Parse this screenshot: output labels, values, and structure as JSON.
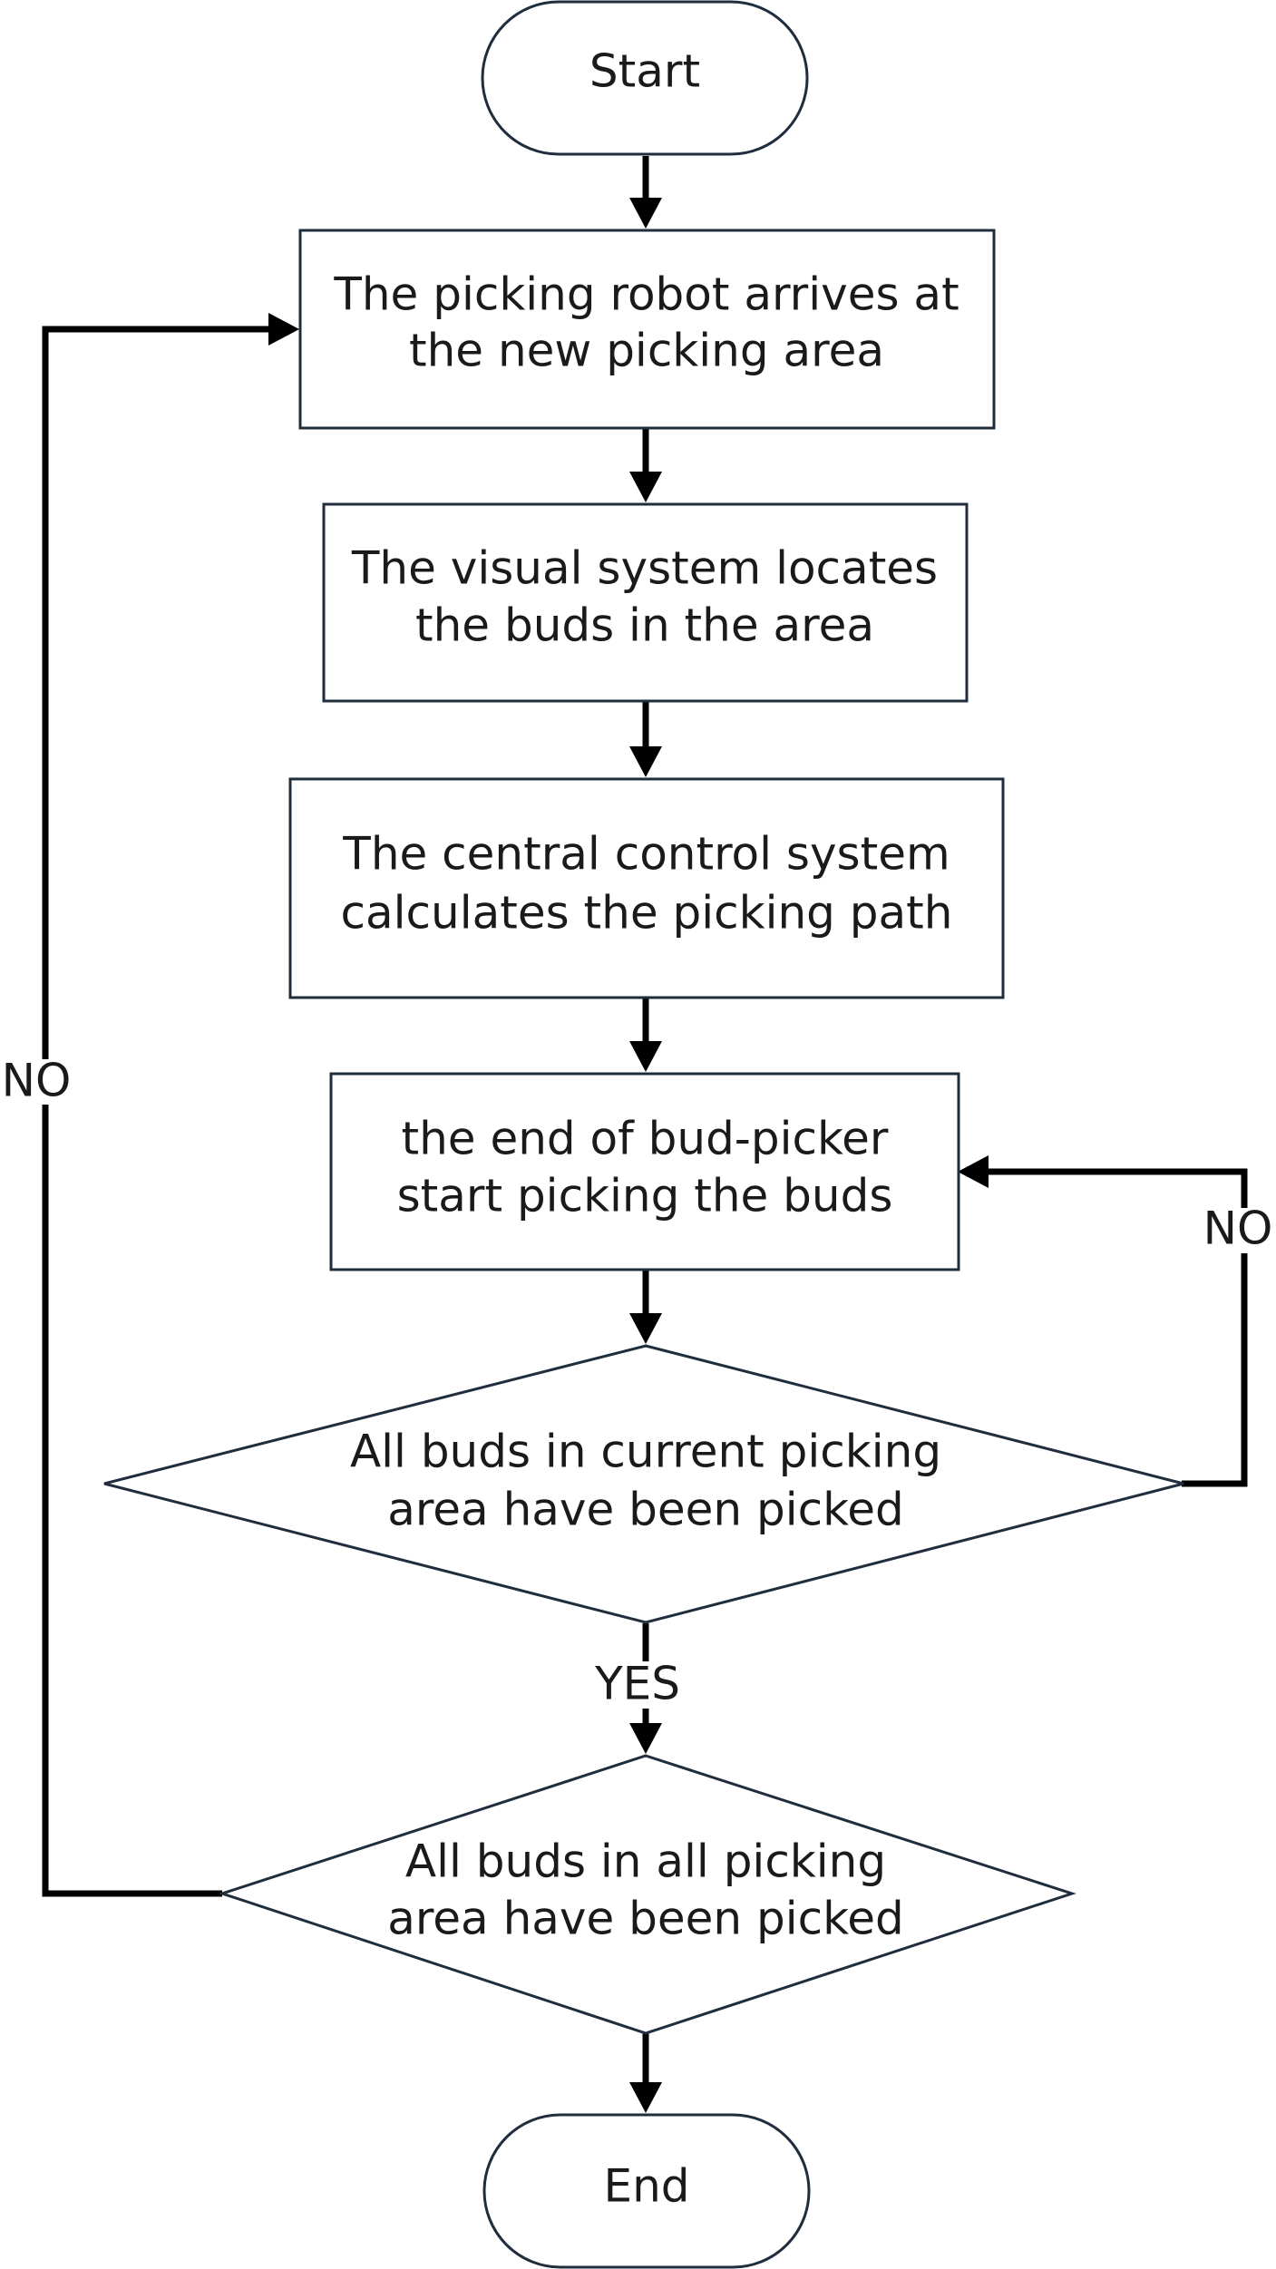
{
  "nodes": {
    "start": {
      "label": "Start"
    },
    "arrive": {
      "line1": "The picking robot arrives at",
      "line2": "the new picking area"
    },
    "locate": {
      "line1": "The visual system locates",
      "line2": "the buds in the area"
    },
    "calculate": {
      "line1": "The central control system",
      "line2": "calculates the picking path"
    },
    "pick": {
      "line1": "the end of bud-picker",
      "line2": "start picking the buds"
    },
    "decision_current": {
      "line1": "All buds in current picking",
      "line2": "area have been picked"
    },
    "decision_all": {
      "line1": "All buds in all picking",
      "line2": "area have been picked"
    },
    "end": {
      "label": "End"
    }
  },
  "edges": {
    "decision_current_yes": {
      "label": "YES"
    },
    "decision_current_no": {
      "label": "NO"
    },
    "decision_all_no": {
      "label": "NO"
    }
  },
  "colors": {
    "shape_stroke": "#1f2d3d",
    "connector": "#000000",
    "text": "#1a1a1a",
    "background": "#ffffff"
  }
}
